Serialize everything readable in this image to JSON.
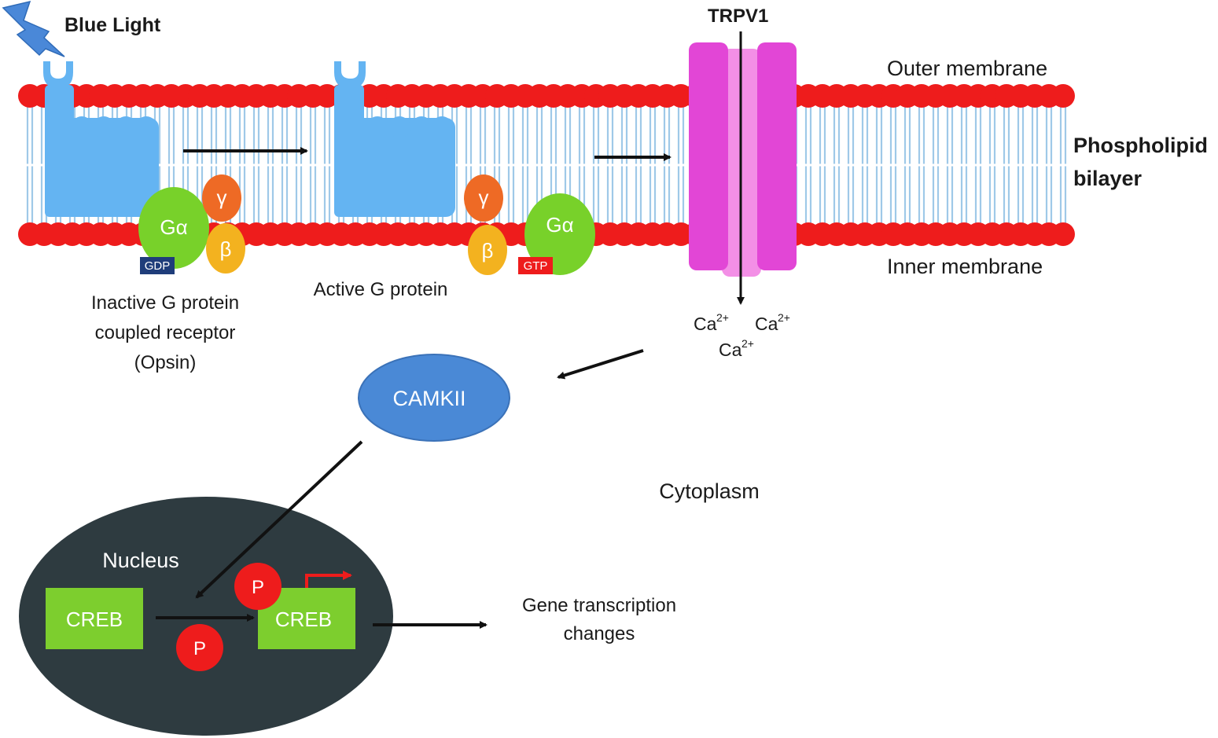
{
  "labels": {
    "blue_light": "Blue Light",
    "trpv1": "TRPV1",
    "outer_membrane": "Outer membrane",
    "phospholipid_line1": "Phospholipid",
    "phospholipid_line2": "bilayer",
    "inner_membrane": "Inner membrane",
    "inactive_line1": "Inactive G protein",
    "inactive_line2": "coupled receptor",
    "inactive_line3": "(Opsin)",
    "active_g_protein": "Active G protein",
    "cytoplasm": "Cytoplasm",
    "nucleus": "Nucleus",
    "camkii": "CAMKII",
    "creb": "CREB",
    "creb_p": "CREB",
    "phosphate": "P",
    "phosphate_free": "P",
    "gene_line1": "Gene transcription",
    "gene_line2": "changes",
    "g_alpha_1": "Gα",
    "g_alpha_2": "Gα",
    "g_gamma_1": "γ",
    "g_gamma_2": "γ",
    "g_beta_1": "β",
    "g_beta_2": "β",
    "gdp": "GDP",
    "gtp": "GTP",
    "ca_1": "Ca",
    "ca_2": "Ca",
    "ca_3": "Ca",
    "ca_charge": "2+"
  },
  "colors": {
    "lipid_head": "#ee1c1c",
    "lipid_tail": "#9fc9e8",
    "receptor": "#64b4f2",
    "g_alpha": "#78d12a",
    "g_gamma": "#ee6a25",
    "g_beta": "#f3b21f",
    "gdp": "#1f3d7a",
    "gtp": "#ee1c1c",
    "channel": "#e246d6",
    "channel_core": "#f38fe6",
    "camkii": "#4a89d6",
    "nucleus": "#2e3b40",
    "creb": "#7dce2e",
    "phosphate": "#ee1c1c",
    "lightning": "#4a88d8"
  }
}
